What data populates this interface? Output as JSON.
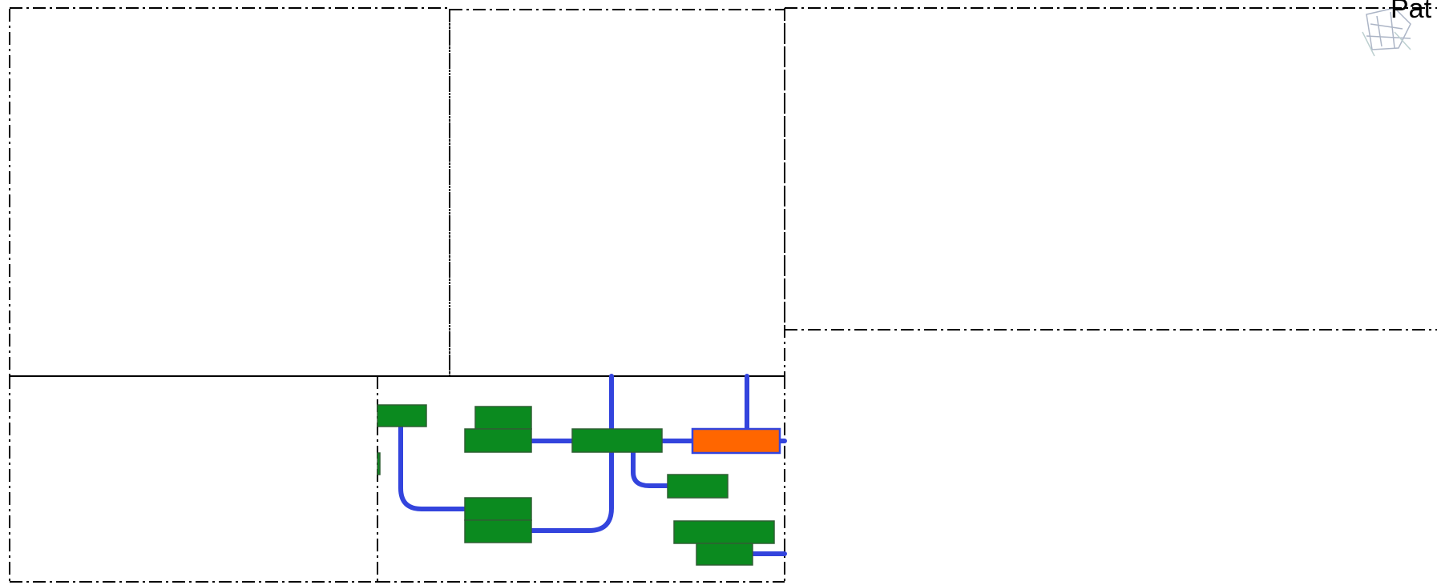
{
  "header": {
    "title_fragment": "Pat"
  },
  "colors": {
    "background": "#ffffff",
    "panel_border": "#000000",
    "node_fill": "#0b8a1f",
    "node_stroke": "#2f5f33",
    "highlight_fill": "#ff6600",
    "highlight_stroke": "#3344dd",
    "connector": "#3344dd"
  },
  "icons": {
    "corner_logo": "map-thumbnail-icon"
  },
  "diagram": {
    "panels": [
      "panel-top-left",
      "panel-top-middle",
      "panel-top-right",
      "panel-bottom-left",
      "panel-bottom-middle"
    ],
    "nodes": [
      {
        "name": "node-1",
        "highlighted": false
      },
      {
        "name": "node-2",
        "highlighted": false
      },
      {
        "name": "node-3",
        "highlighted": false
      },
      {
        "name": "node-4",
        "highlighted": false
      },
      {
        "name": "node-5",
        "highlighted": true
      },
      {
        "name": "node-6",
        "highlighted": false
      },
      {
        "name": "node-7",
        "highlighted": false
      },
      {
        "name": "node-8",
        "highlighted": false
      },
      {
        "name": "node-9",
        "highlighted": false
      },
      {
        "name": "node-10",
        "highlighted": false
      },
      {
        "name": "node-11",
        "highlighted": false
      }
    ]
  }
}
